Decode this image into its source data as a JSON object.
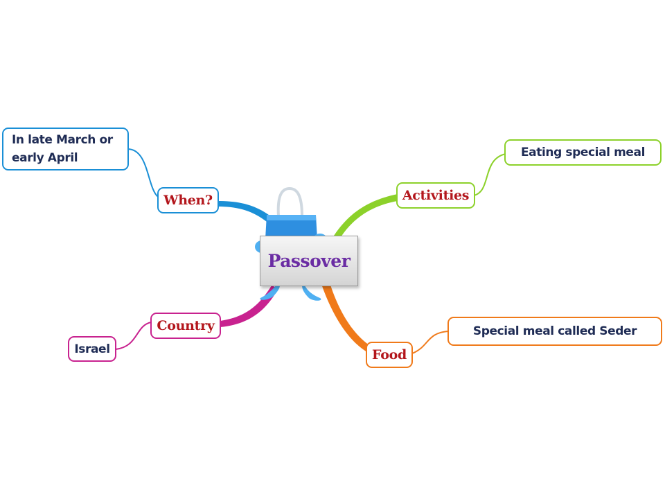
{
  "center": {
    "label": "Passover"
  },
  "colors": {
    "when": "#1a8fd6",
    "activities": "#8cd12a",
    "country": "#c8228f",
    "food": "#f07a1a",
    "branch_text": "#b3161c",
    "leaf_text": "#1f2c55",
    "center_text": "#6a2ca3"
  },
  "branches": {
    "when": {
      "label": "When?",
      "leaf": "In late March or early April"
    },
    "activities": {
      "label": "Activities",
      "leaf": "Eating special meal"
    },
    "country": {
      "label": "Country",
      "leaf": "Israel"
    },
    "food": {
      "label": "Food",
      "leaf": "Special meal called Seder"
    }
  },
  "icon": "shopping-bag-mascot-icon"
}
